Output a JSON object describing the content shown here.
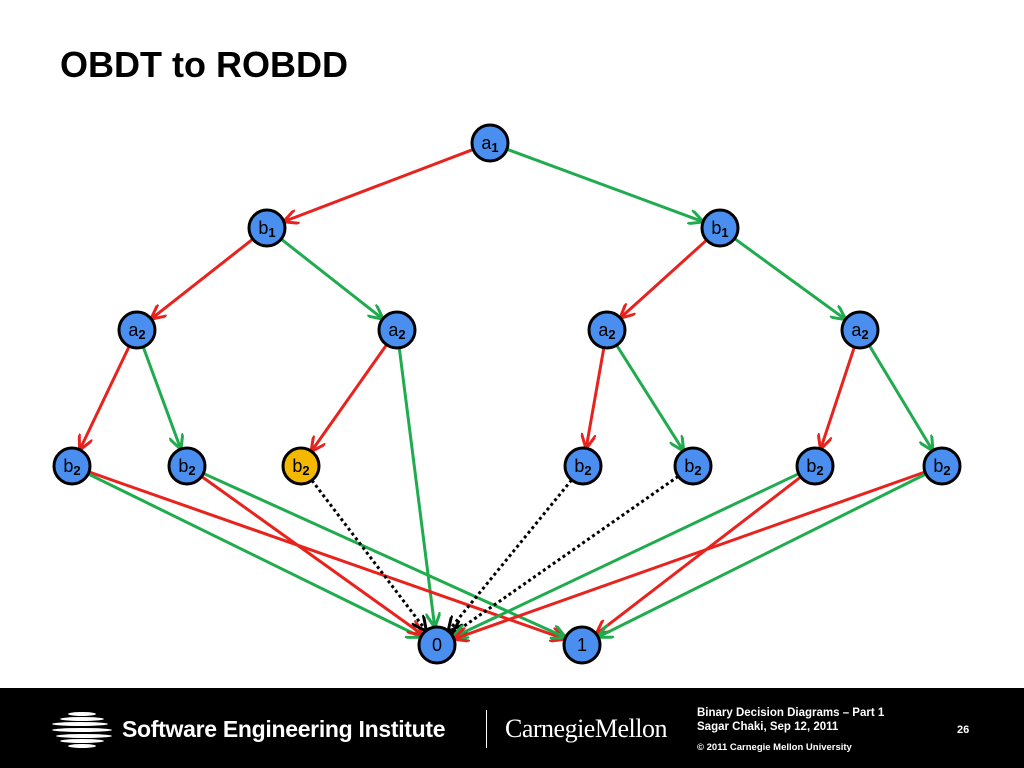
{
  "slide": {
    "title": "OBDT to ROBDD"
  },
  "diagram": {
    "colors": {
      "node_fill": "#4a8ff0",
      "highlight_fill": "#f5b800",
      "node_stroke": "#000000",
      "low_edge": "#e8231e",
      "high_edge": "#1fab4e",
      "dotted_edge": "#000000"
    },
    "nodes": [
      {
        "id": "a1",
        "var": "a",
        "sub": "1"
      },
      {
        "id": "b1L",
        "var": "b",
        "sub": "1"
      },
      {
        "id": "b1R",
        "var": "b",
        "sub": "1"
      },
      {
        "id": "a2LL",
        "var": "a",
        "sub": "2"
      },
      {
        "id": "a2LR",
        "var": "a",
        "sub": "2"
      },
      {
        "id": "a2RL",
        "var": "a",
        "sub": "2"
      },
      {
        "id": "a2RR",
        "var": "a",
        "sub": "2"
      },
      {
        "id": "b2_1",
        "var": "b",
        "sub": "2"
      },
      {
        "id": "b2_2",
        "var": "b",
        "sub": "2"
      },
      {
        "id": "b2_3",
        "var": "b",
        "sub": "2",
        "highlight": true
      },
      {
        "id": "b2_5",
        "var": "b",
        "sub": "2"
      },
      {
        "id": "b2_6",
        "var": "b",
        "sub": "2"
      },
      {
        "id": "b2_7",
        "var": "b",
        "sub": "2"
      },
      {
        "id": "b2_8",
        "var": "b",
        "sub": "2"
      },
      {
        "id": "t0",
        "var": "0",
        "sub": ""
      },
      {
        "id": "t1",
        "var": "1",
        "sub": ""
      }
    ],
    "edges": [
      {
        "from": "a1",
        "to": "b1L",
        "kind": "low"
      },
      {
        "from": "a1",
        "to": "b1R",
        "kind": "high"
      },
      {
        "from": "b1L",
        "to": "a2LL",
        "kind": "low"
      },
      {
        "from": "b1L",
        "to": "a2LR",
        "kind": "high"
      },
      {
        "from": "b1R",
        "to": "a2RL",
        "kind": "low"
      },
      {
        "from": "b1R",
        "to": "a2RR",
        "kind": "high"
      },
      {
        "from": "a2LL",
        "to": "b2_1",
        "kind": "low"
      },
      {
        "from": "a2LL",
        "to": "b2_2",
        "kind": "high"
      },
      {
        "from": "a2LR",
        "to": "b2_3",
        "kind": "low"
      },
      {
        "from": "a2LR",
        "to": "t0",
        "kind": "high"
      },
      {
        "from": "a2RL",
        "to": "b2_5",
        "kind": "low"
      },
      {
        "from": "a2RL",
        "to": "b2_6",
        "kind": "high"
      },
      {
        "from": "a2RR",
        "to": "b2_7",
        "kind": "low"
      },
      {
        "from": "a2RR",
        "to": "b2_8",
        "kind": "high"
      },
      {
        "from": "b2_1",
        "to": "t1",
        "kind": "low"
      },
      {
        "from": "b2_1",
        "to": "t0",
        "kind": "high"
      },
      {
        "from": "b2_2",
        "to": "t0",
        "kind": "low"
      },
      {
        "from": "b2_2",
        "to": "t1",
        "kind": "high"
      },
      {
        "from": "b2_3",
        "to": "t0",
        "kind": "dotted"
      },
      {
        "from": "b2_5",
        "to": "t0",
        "kind": "dotted"
      },
      {
        "from": "b2_6",
        "to": "t0",
        "kind": "dotted"
      },
      {
        "from": "b2_7",
        "to": "t1",
        "kind": "low"
      },
      {
        "from": "b2_7",
        "to": "t0",
        "kind": "high"
      },
      {
        "from": "b2_8",
        "to": "t0",
        "kind": "low"
      },
      {
        "from": "b2_8",
        "to": "t1",
        "kind": "high"
      }
    ]
  },
  "footer": {
    "sei_name": "Software Engineering Institute",
    "cmu_name": "CarnegieMellon",
    "lecture_title": "Binary Decision Diagrams – Part 1",
    "author_date": "Sagar Chaki, Sep 12, 2011",
    "copyright": "© 2011 Carnegie Mellon University",
    "page_number": "26"
  }
}
